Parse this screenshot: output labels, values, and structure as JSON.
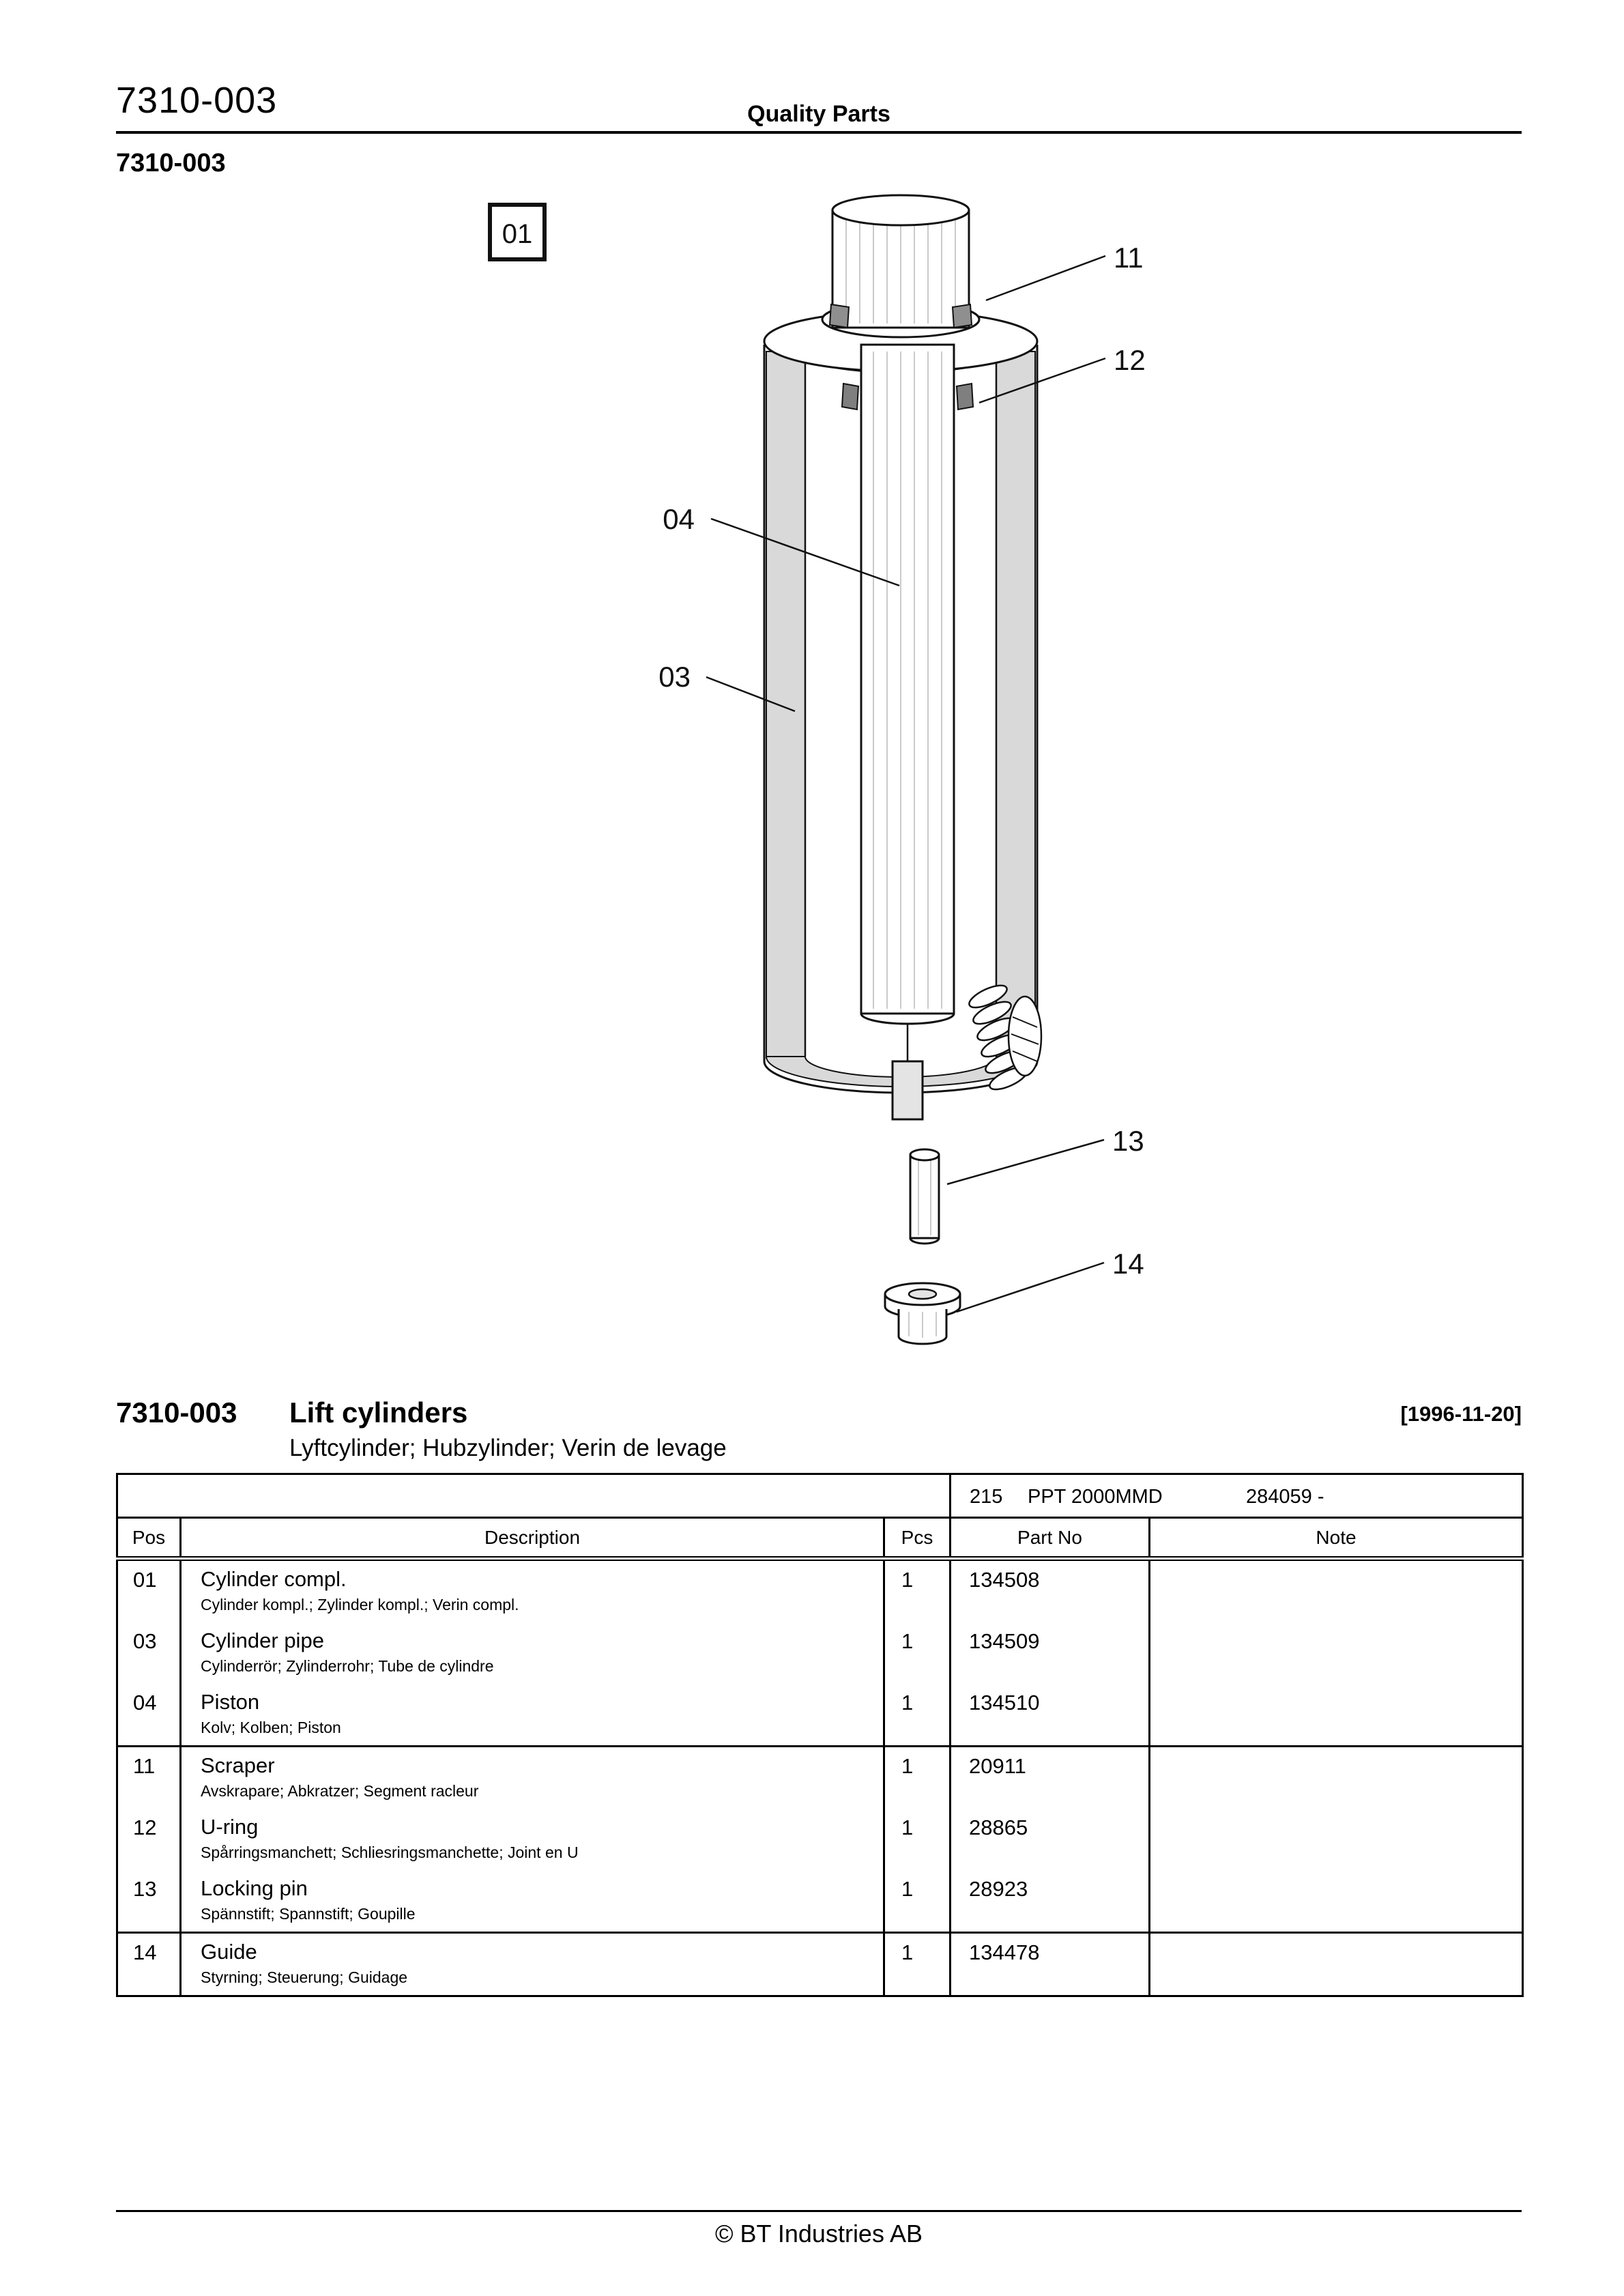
{
  "page": {
    "doc_number": "7310-003",
    "header_title": "Quality Parts",
    "section_code": "7310-003",
    "footer_text": "© BT Industries AB"
  },
  "diagram": {
    "ref_box_label": "01",
    "callouts": {
      "scraper": "11",
      "u_ring": "12",
      "piston": "04",
      "cylinder_pipe": "03",
      "locking_pin": "13",
      "guide": "14"
    }
  },
  "section": {
    "number": "7310-003",
    "title": "Lift cylinders",
    "subtitle": "Lyftcylinder; Hubzylinder; Verin de levage",
    "date": "[1996-11-20]"
  },
  "table": {
    "model_row": {
      "code": "215",
      "model": "PPT 2000MMD",
      "serial_range": "284059 -"
    },
    "headers": {
      "pos": "Pos",
      "description": "Description",
      "pcs": "Pcs",
      "part_no": "Part No",
      "note": "Note"
    },
    "rows": [
      {
        "pos": "01",
        "description": "Cylinder compl.",
        "description_alt": "Cylinder kompl.; Zylinder kompl.; Verin compl.",
        "pcs": "1",
        "part_no": "134508",
        "note": ""
      },
      {
        "pos": "03",
        "description": "Cylinder pipe",
        "description_alt": "Cylinderrör; Zylinderrohr; Tube de cylindre",
        "pcs": "1",
        "part_no": "134509",
        "note": ""
      },
      {
        "pos": "04",
        "description": "Piston",
        "description_alt": "Kolv; Kolben; Piston",
        "pcs": "1",
        "part_no": "134510",
        "note": ""
      },
      {
        "pos": "11",
        "description": "Scraper",
        "description_alt": "Avskrapare; Abkratzer; Segment racleur",
        "pcs": "1",
        "part_no": "20911",
        "note": ""
      },
      {
        "pos": "12",
        "description": "U-ring",
        "description_alt": "Spårringsmanchett; Schliesringsmanchette; Joint en U",
        "pcs": "1",
        "part_no": "28865",
        "note": ""
      },
      {
        "pos": "13",
        "description": "Locking pin",
        "description_alt": "Spännstift; Spannstift; Goupille",
        "pcs": "1",
        "part_no": "28923",
        "note": ""
      },
      {
        "pos": "14",
        "description": "Guide",
        "description_alt": "Styrning; Steuerung; Guidage",
        "pcs": "1",
        "part_no": "134478",
        "note": ""
      }
    ]
  },
  "colors": {
    "ink": "#000000",
    "cutaway_gray": "#d9d9d9"
  }
}
